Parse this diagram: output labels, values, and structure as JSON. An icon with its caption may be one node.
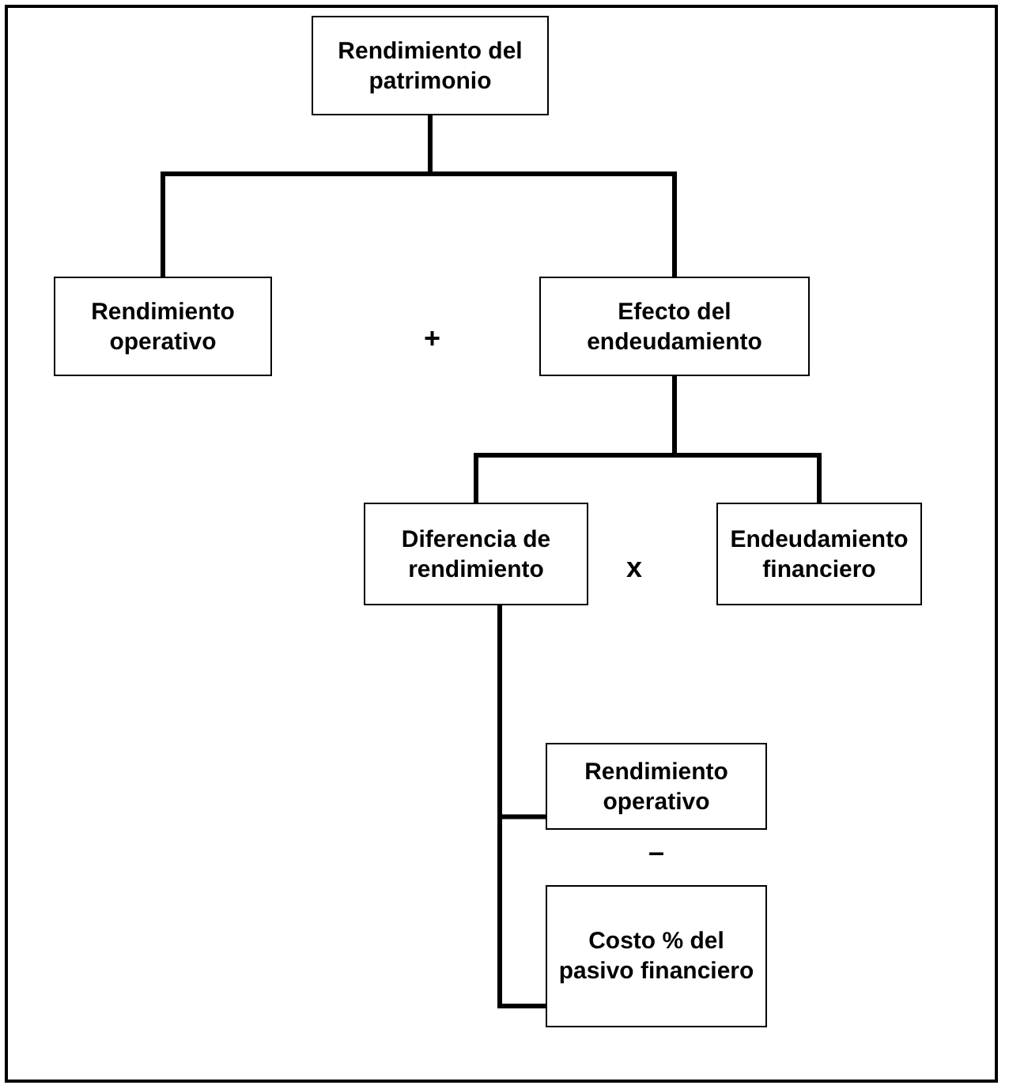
{
  "diagram": {
    "nodes": [
      {
        "text": [
          "Rendimiento del patrimonio"
        ]
      },
      {
        "text": [
          "Rendimiento operativo"
        ]
      },
      {
        "text": [
          "Efecto del endeudamiento"
        ]
      },
      {
        "text": [
          "Diferencia de rendimiento"
        ]
      },
      {
        "text": [
          "Endeudamiento financiero"
        ]
      },
      {
        "text": [
          "Rendimiento operativo"
        ]
      },
      {
        "text": [
          "Costo % del pasivo financiero"
        ]
      }
    ],
    "edges": [
      {
        "from": 0,
        "to": 1,
        "arrow": "none"
      },
      {
        "from": 0,
        "to": 2,
        "arrow": "none"
      },
      {
        "from": 2,
        "to": 3,
        "arrow": "none"
      },
      {
        "from": 2,
        "to": 4,
        "arrow": "none"
      },
      {
        "from": 3,
        "to": 5,
        "arrow": "none"
      },
      {
        "from": 3,
        "to": 6,
        "arrow": "none"
      }
    ],
    "labels": [
      "+",
      "x",
      "–"
    ]
  }
}
